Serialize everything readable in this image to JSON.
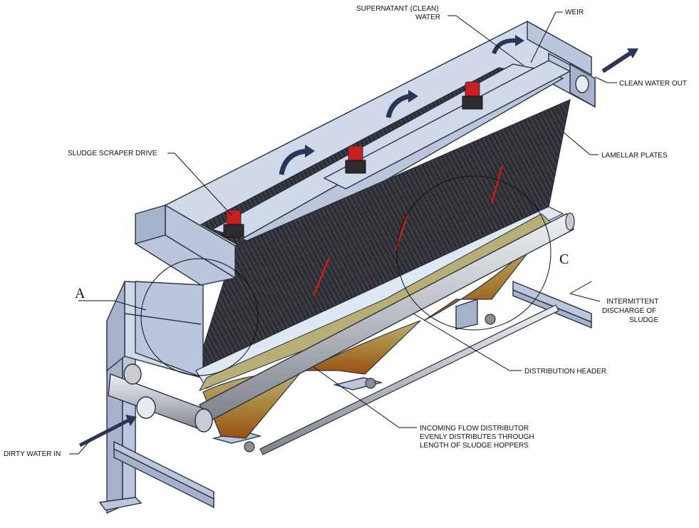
{
  "labels": {
    "supernatant": [
      "SUPERNATANT (CLEAN)",
      "WATER"
    ],
    "weir": "WEIR",
    "clean_water_out": "CLEAN WATER OUT",
    "lamellar_plates": "LAMELLAR PLATES",
    "sludge_scraper_drive": "SLUDGE SCRAPER DRIVE",
    "callout_a": "A",
    "callout_c": "C",
    "intermittent_discharge": [
      "INTERMITTENT",
      "DISCHARGE OF",
      "SLUDGE"
    ],
    "distribution_header": "DISTRIBUTION HEADER",
    "incoming_flow_distributor": [
      "INCOMING FLOW DISTRIBUTOR",
      "EVENLY DISTRIBUTES THROUGH",
      "LENGTH OF SLUDGE HOPPERS"
    ],
    "dirty_water_in": "DIRTY WATER IN"
  },
  "colors": {
    "steel": "#b9c6dc",
    "plates": "#2e2e33",
    "sludge_light": "#b7ae78",
    "sludge_dark": "#a85a1e",
    "drive_motor": "#c8201e",
    "flow_arrow": "#2b3556",
    "plate_arrow": "#d11a1a"
  }
}
